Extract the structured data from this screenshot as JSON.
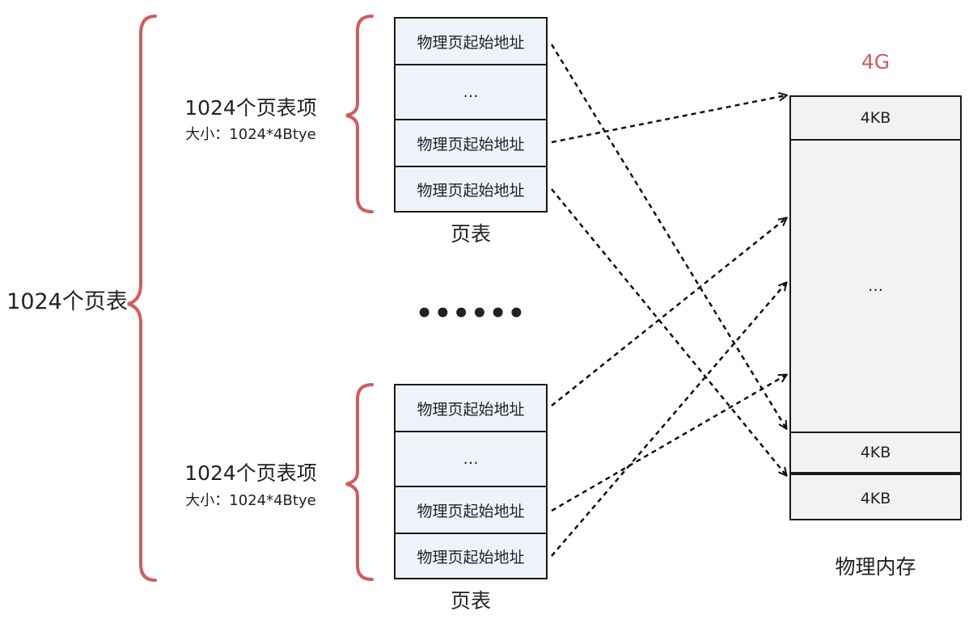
{
  "outer": {
    "label": "1024个页表"
  },
  "groups": [
    {
      "title": "1024个页表项",
      "size": "大小：1024*4Btye",
      "entries": [
        "物理页起始地址",
        "…",
        "物理页起始地址",
        "物理页起始地址"
      ],
      "caption": "页表"
    },
    {
      "title": "1024个页表项",
      "size": "大小：1024*4Btye",
      "entries": [
        "物理页起始地址",
        "…",
        "物理页起始地址",
        "物理页起始地址"
      ],
      "caption": "页表"
    }
  ],
  "middle": {
    "dots": "••••••"
  },
  "memory": {
    "top_label": "4G",
    "caption": "物理内存",
    "cells": [
      "4KB",
      "…",
      "4KB",
      "4KB"
    ]
  },
  "colors": {
    "brace": "#d15c5c",
    "accent_text": "#d15c5c",
    "entry_fill": "#eef3fb",
    "memory_fill": "#f2f2f2",
    "stroke": "#1a1a1a"
  }
}
